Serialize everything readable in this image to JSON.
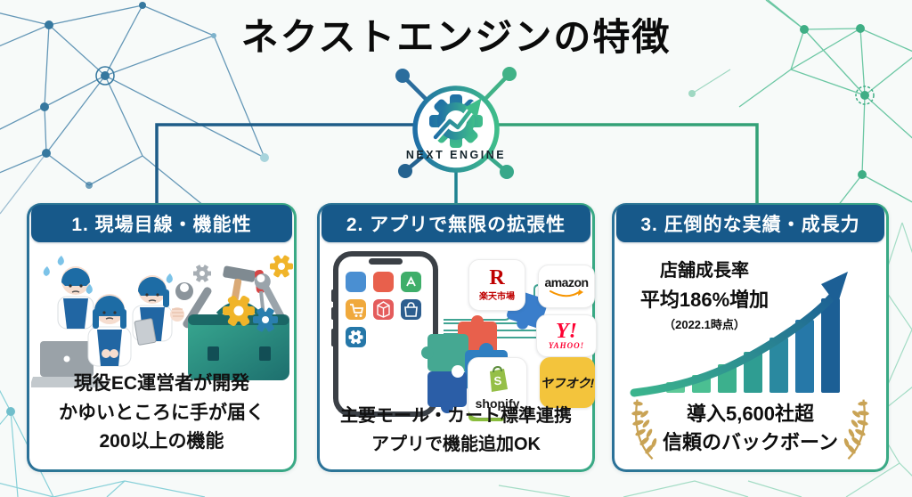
{
  "title": "ネクストエンジンの特徴",
  "logo": {
    "name": "NEXT ENGINE"
  },
  "cards": [
    {
      "header": "1. 現場目線・機能性",
      "lines": [
        "現役EC運営者が開発",
        "かゆいところに手が届く",
        "200以上の機能"
      ]
    },
    {
      "header": "2. アプリで無限の拡張性",
      "partners": [
        {
          "id": "rakuten",
          "mark": "R",
          "label": "楽天市場"
        },
        {
          "id": "amazon",
          "label": "amazon"
        },
        {
          "id": "yahoo",
          "mark": "Y!",
          "label": "YAHOO!"
        },
        {
          "id": "shopify",
          "label": "shopify"
        },
        {
          "id": "yafuoku",
          "label": "ヤフオク!"
        }
      ],
      "lines": [
        "主要モール・カート標準連携",
        "アプリで機能追加OK"
      ]
    },
    {
      "header": "3. 圧倒的な実績・成長力",
      "stats": [
        "店舗成長率",
        "平均186%増加",
        "（2022.1時点）"
      ],
      "badge": [
        "導入5,600社超",
        "信頼のバックボーン"
      ]
    }
  ],
  "chart_data": {
    "type": "bar",
    "title": "店舗成長率 平均186%増加（2022.1時点）",
    "categories": [
      "",
      "",
      "",
      "",
      "",
      "",
      ""
    ],
    "values": [
      12,
      20,
      32,
      46,
      62,
      82,
      106
    ],
    "unit": "relative-height (no axis labels shown)",
    "colors": [
      "#5ec998",
      "#4bbf92",
      "#3cb08d",
      "#2f9d92",
      "#2a89a0",
      "#2678a8",
      "#1c5f95"
    ],
    "annotation": "upward curved growth arrow over bars",
    "grid": false,
    "legend": false
  },
  "colors": {
    "header_blue": "#17598a",
    "card_border_gradient": [
      "#2b7198",
      "#3aaa85"
    ],
    "connector_blue": "#1e5c88",
    "connector_teal": "#1f8290",
    "connector_green": "#33a177",
    "gold": "#c9a355",
    "rakuten_red": "#bf0000",
    "yahoo_red": "#fe0132",
    "amazon_orange": "#f79500",
    "yafuoku_yellow": "#f3c43c",
    "shopify_green": "#95bf47"
  }
}
